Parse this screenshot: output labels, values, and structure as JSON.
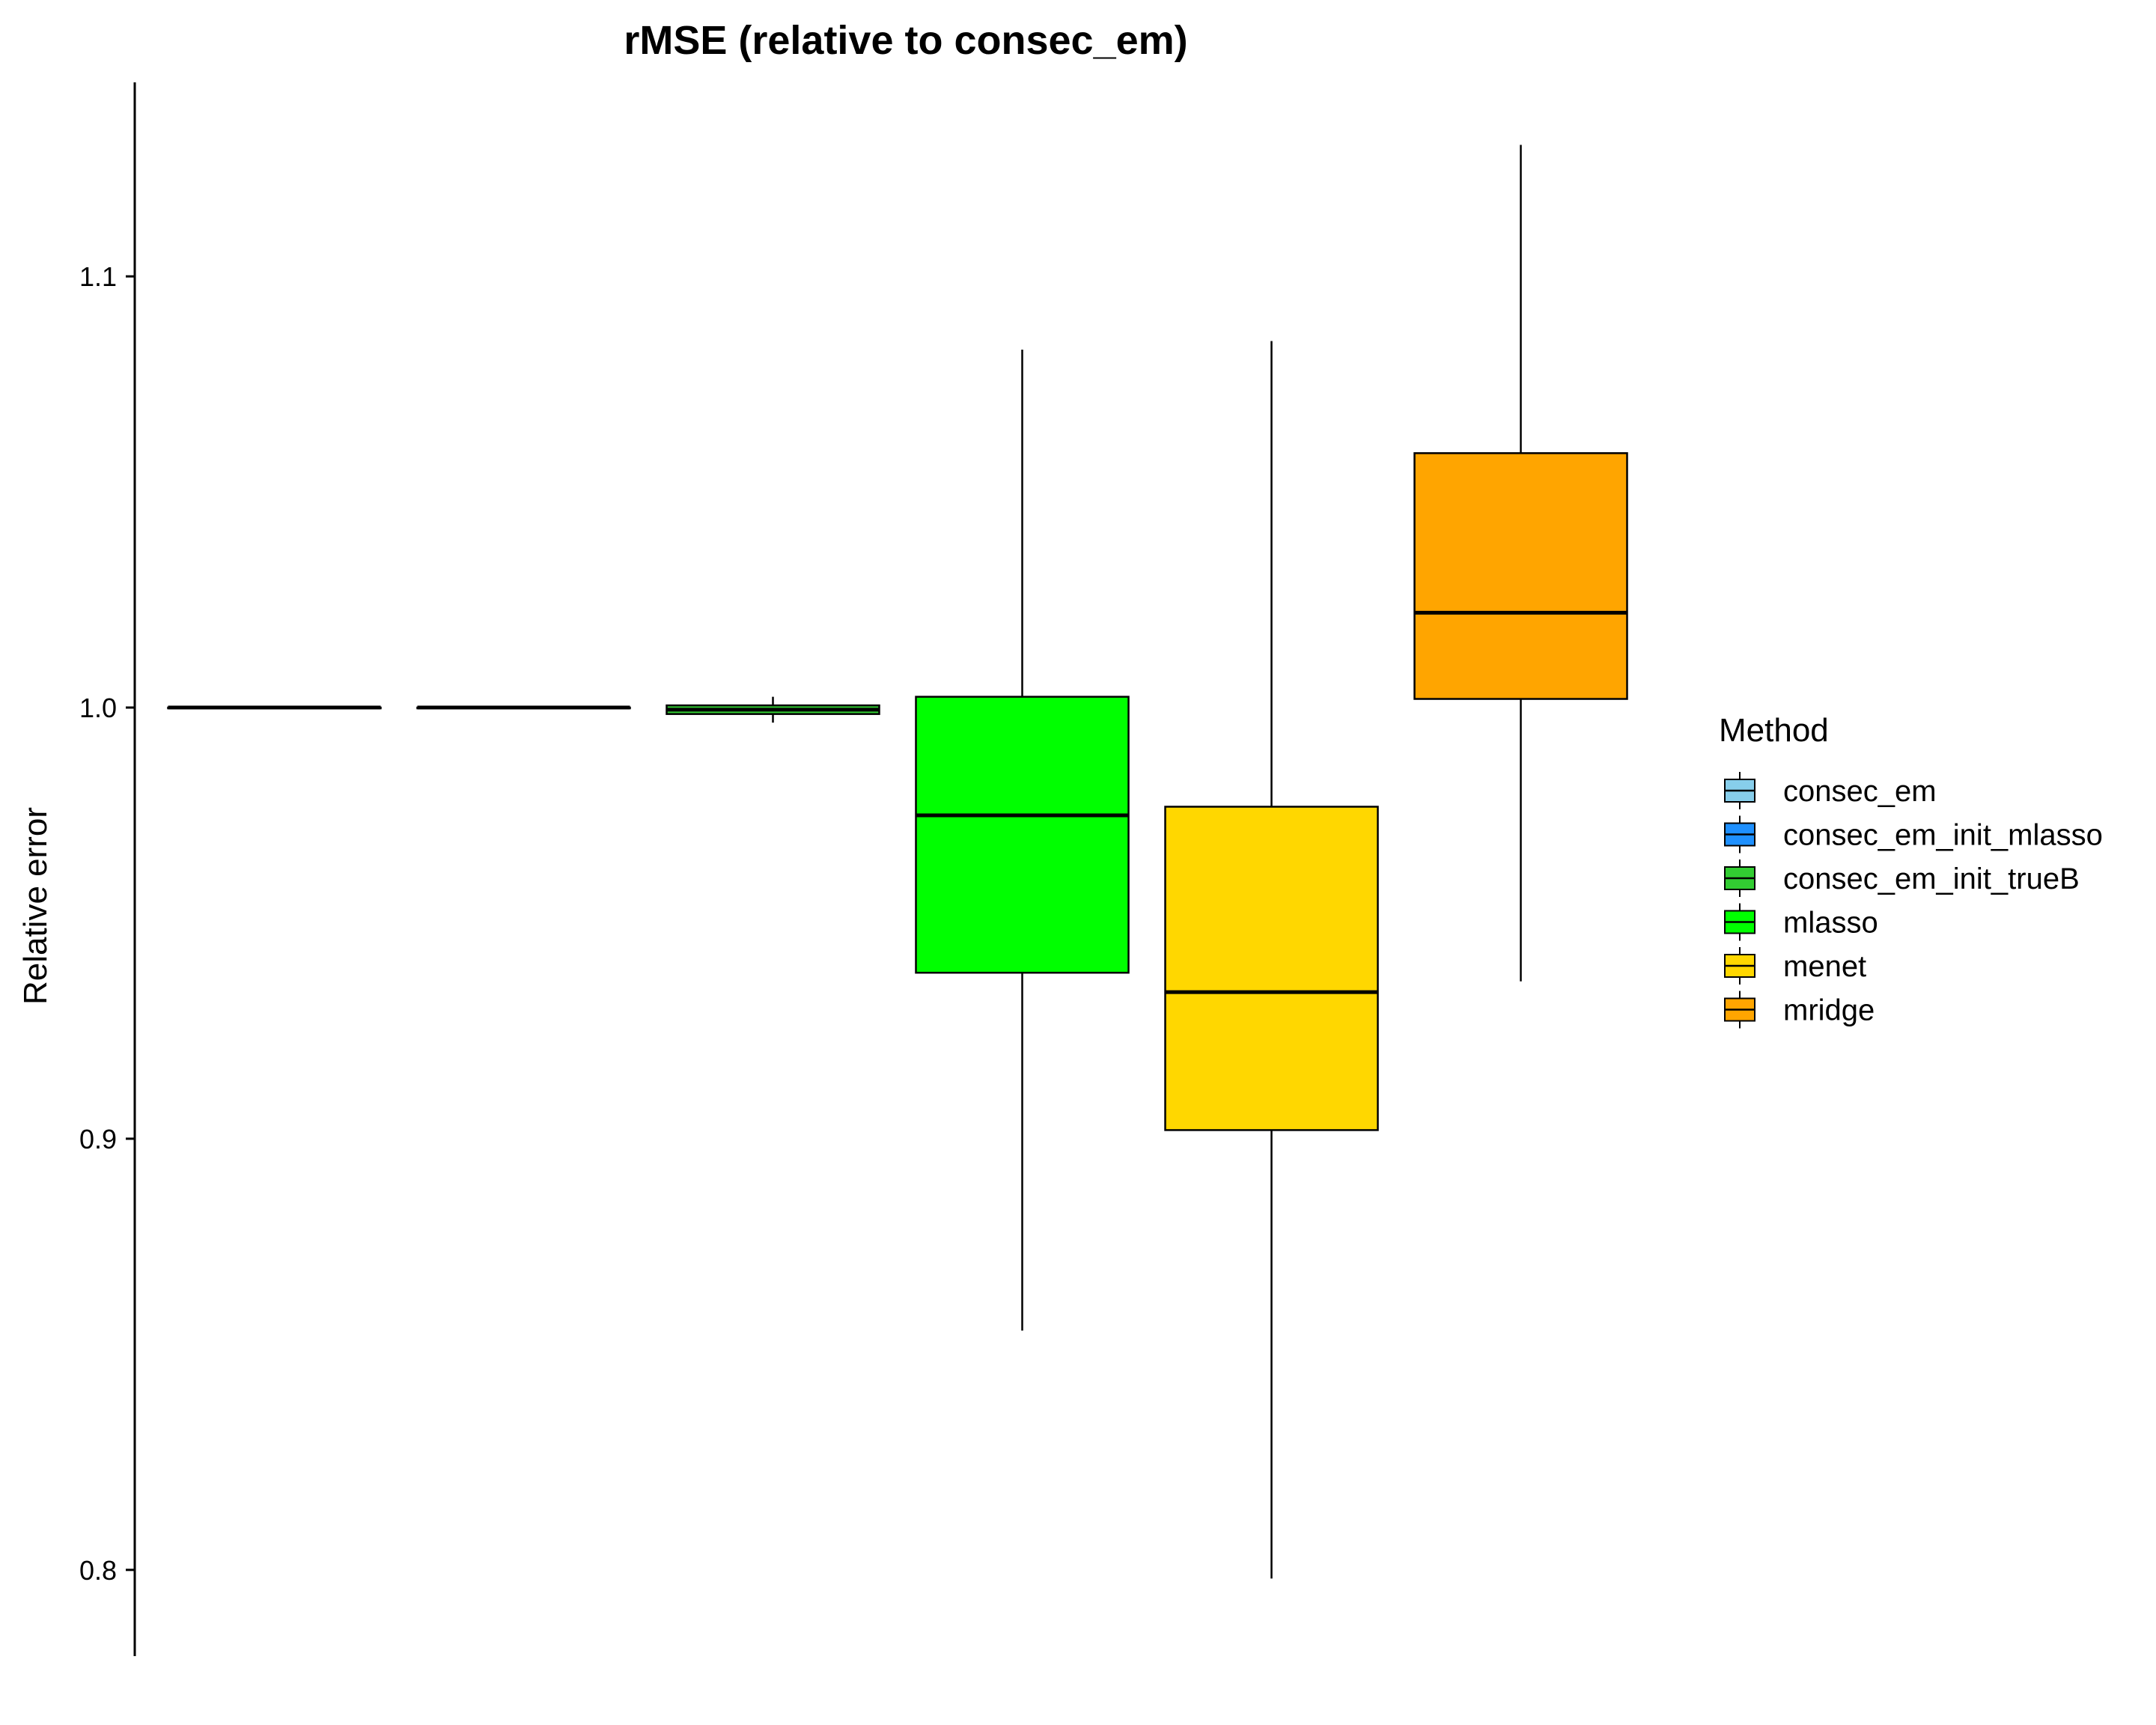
{
  "chart_data": {
    "type": "box",
    "title": "rMSE (relative to consec_em)",
    "xlabel": "",
    "ylabel": "Relative error",
    "ylim": [
      0.78,
      1.145
    ],
    "yticks": [
      0.8,
      0.9,
      1.0,
      1.1
    ],
    "ytick_labels": [
      "0.8",
      "0.9",
      "1.0",
      "1.1"
    ],
    "grid": false,
    "legend": {
      "title": "Method",
      "placement": "right"
    },
    "series": [
      {
        "name": "consec_em",
        "color": "#87CEEB",
        "whisker_low": 1.0,
        "q1": 1.0,
        "median": 1.0,
        "q3": 1.0,
        "whisker_high": 1.0
      },
      {
        "name": "consec_em_init_mlasso",
        "color": "#1E90FF",
        "whisker_low": 1.0,
        "q1": 1.0,
        "median": 1.0,
        "q3": 1.0,
        "whisker_high": 1.0
      },
      {
        "name": "consec_em_init_trueB",
        "color": "#32CD32",
        "whisker_low": 0.9965,
        "q1": 0.9985,
        "median": 0.9995,
        "q3": 1.0005,
        "whisker_high": 1.0025
      },
      {
        "name": "mlasso",
        "color": "#00FF00",
        "whisker_low": 0.8555,
        "q1": 0.9385,
        "median": 0.975,
        "q3": 1.0025,
        "whisker_high": 1.083
      },
      {
        "name": "menet",
        "color": "#FFD700",
        "whisker_low": 0.798,
        "q1": 0.902,
        "median": 0.934,
        "q3": 0.977,
        "whisker_high": 1.085
      },
      {
        "name": "mridge",
        "color": "#FFA500",
        "whisker_low": 0.9365,
        "q1": 1.002,
        "median": 1.022,
        "q3": 1.059,
        "whisker_high": 1.1305
      }
    ]
  }
}
